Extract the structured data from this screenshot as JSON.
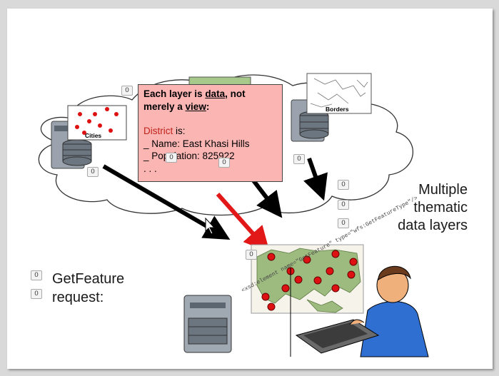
{
  "callout": {
    "line1_a": "Each layer is ",
    "line1_b": "data",
    "line1_c": ", not",
    "line2_a": "merely a ",
    "line2_b": "view",
    "line2_c": ":",
    "district_word": "District",
    "district_rest": " is:",
    "name_line": "_ Name: East Khasi Hills",
    "population_line": "_ Population:  825922",
    "ellipsis": ". . ."
  },
  "labels": {
    "cities": "Cities",
    "borders": "Borders",
    "multiple": "Multiple",
    "thematic": "thematic",
    "data_layers": "data layers",
    "getfeature": "GetFeature",
    "request": "request:",
    "xml_snippet": "<xsd:element name=\"GetFeature\" type=\"wfs:GetFeatureType\"/>"
  },
  "tags": {
    "zero": "0"
  }
}
